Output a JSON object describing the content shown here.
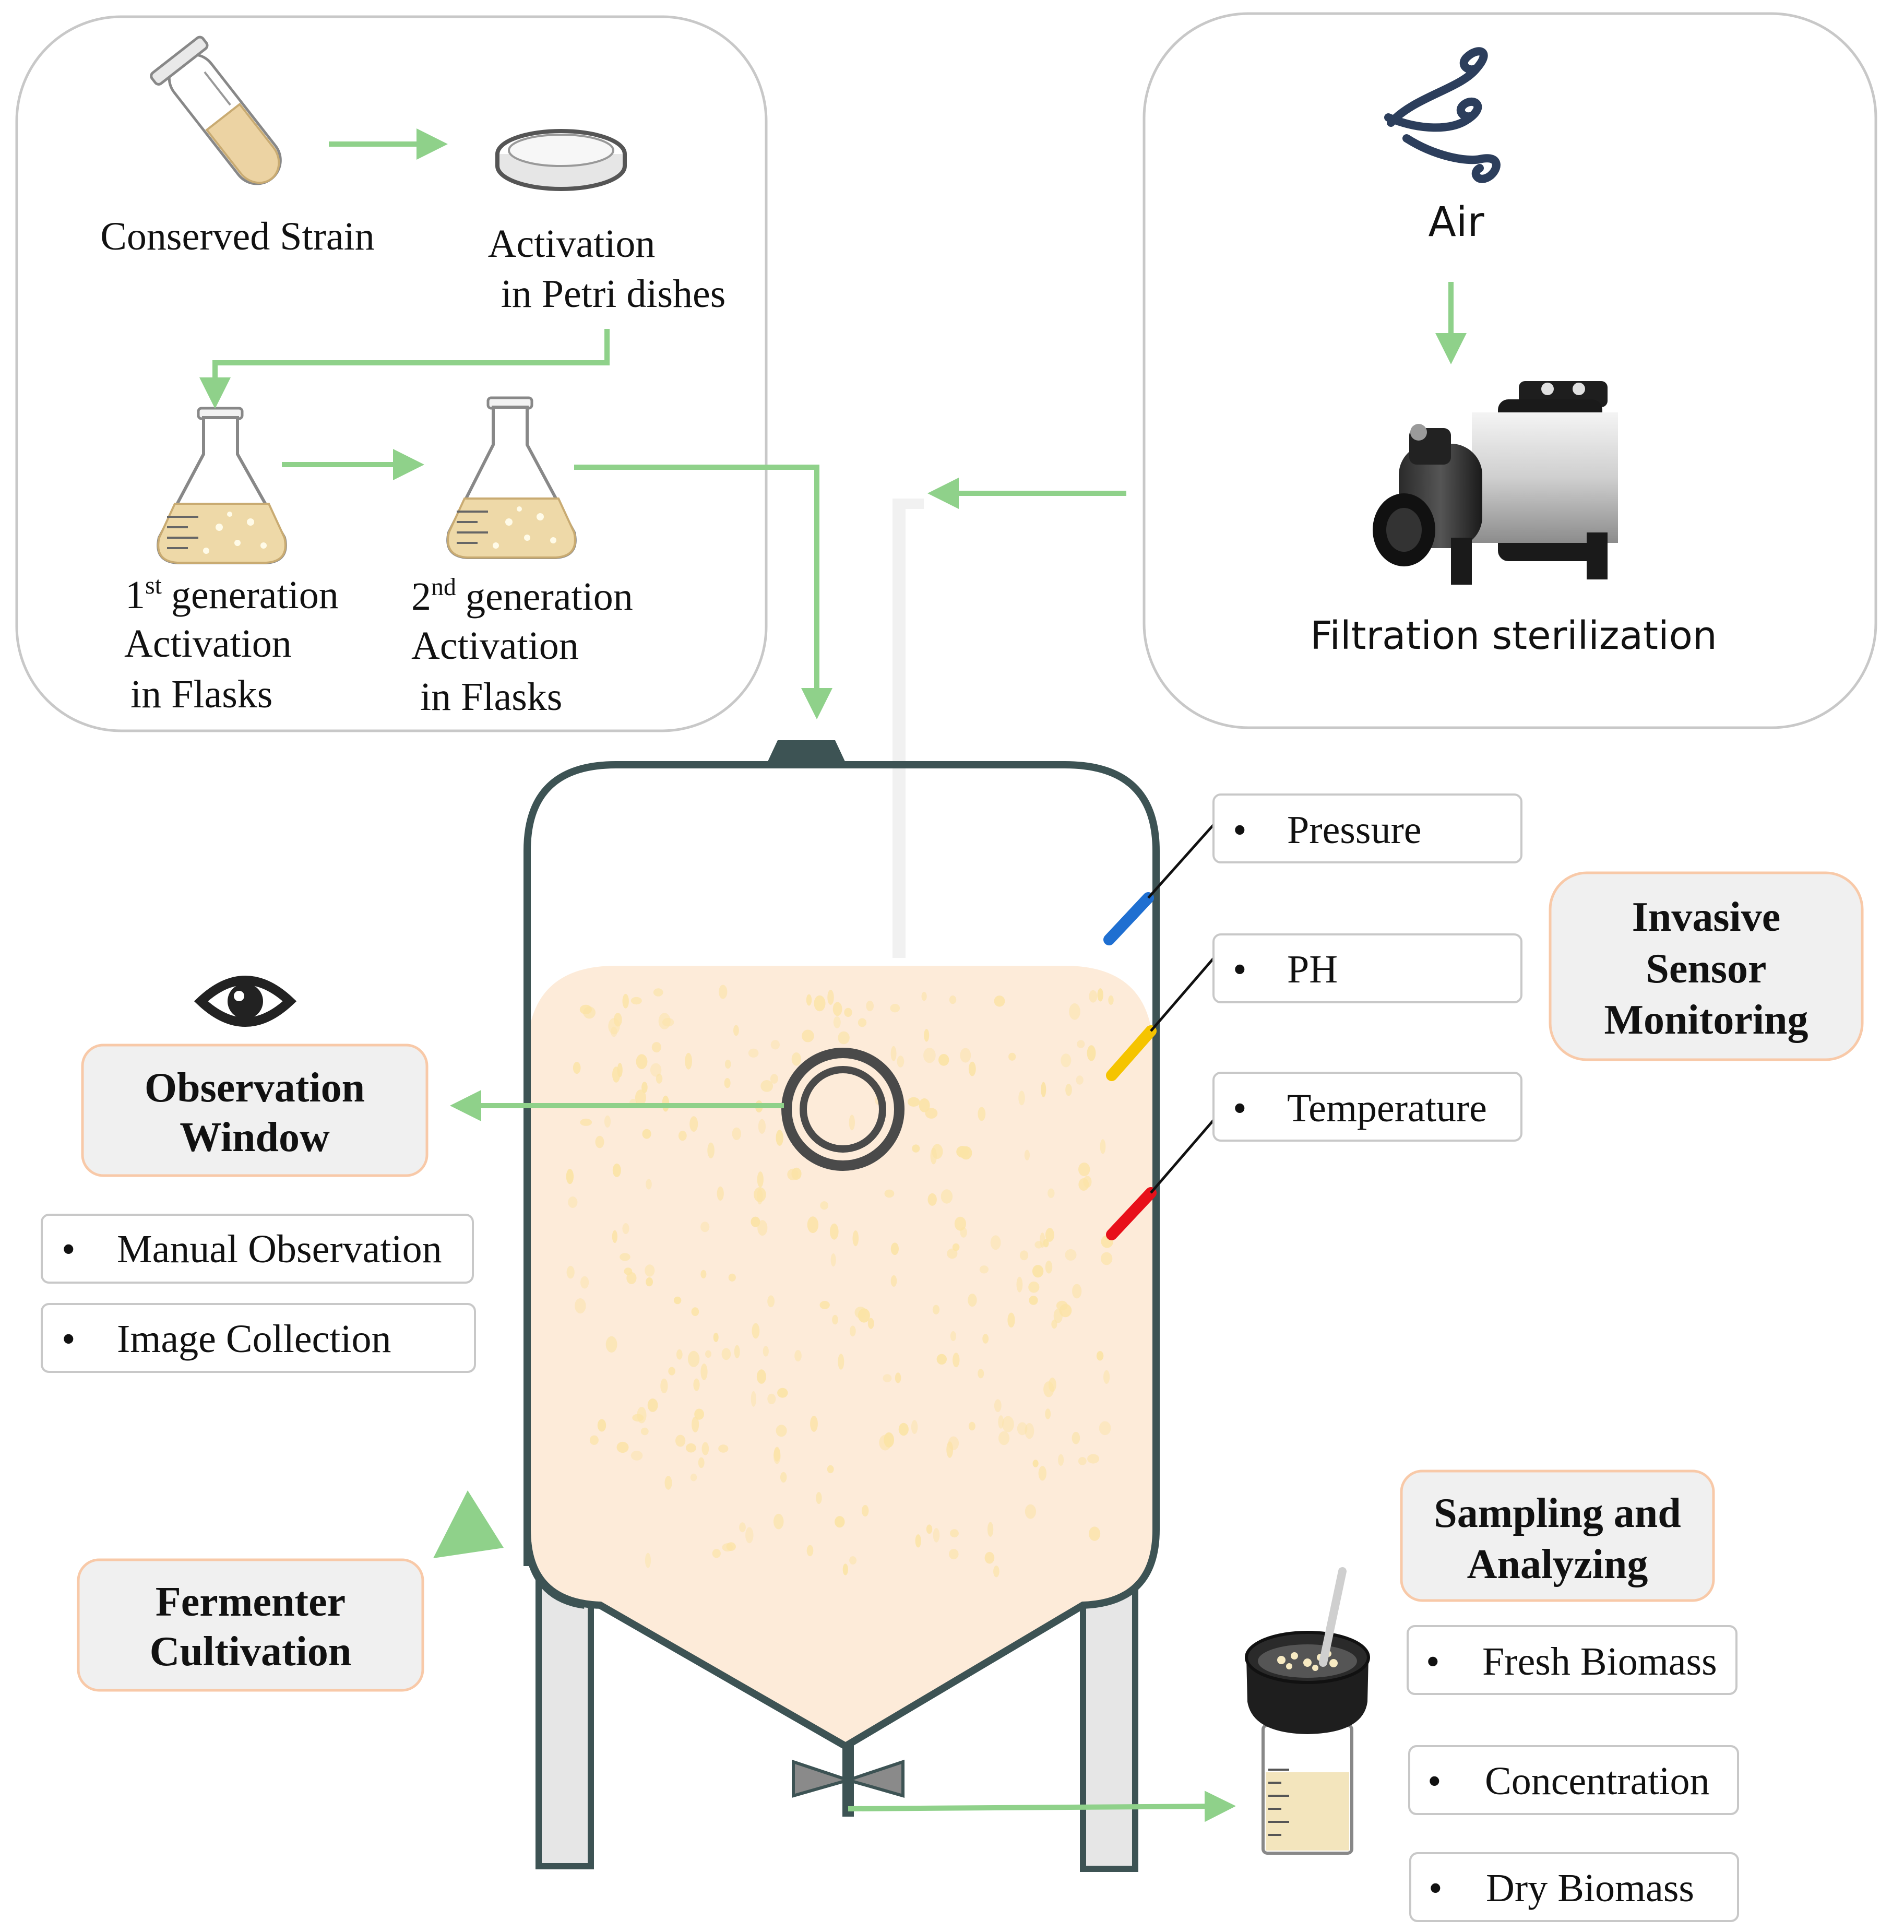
{
  "inoculum": {
    "conserved_strain": "Conserved Strain",
    "petri_line1": "Activation",
    "petri_line2": "in Petri dishes",
    "flask1_num": "1",
    "flask1_sup": "st",
    "flask1_line1": "generation",
    "flask1_line2": "Activation",
    "flask1_line3": "in Flasks",
    "flask2_num": "2",
    "flask2_sup": "nd",
    "flask2_line1": "generation",
    "flask2_line2": "Activation",
    "flask2_line3": "in Flasks"
  },
  "air": {
    "air_label": "Air",
    "filter_label": "Filtration sterilization"
  },
  "sensors": {
    "items": [
      "Pressure",
      "PH",
      "Temperature"
    ],
    "heading_line1": "Invasive",
    "heading_line2": "Sensor",
    "heading_line3": "Monitoring",
    "colors": [
      "#1f6fd1",
      "#f5c400",
      "#e8101a"
    ]
  },
  "observation": {
    "heading_line1": "Observation",
    "heading_line2": "Window",
    "items": [
      "Manual Observation",
      "Image Collection"
    ]
  },
  "fermenter": {
    "heading_line1": "Fermenter",
    "heading_line2": "Cultivation"
  },
  "sampling": {
    "heading_line1": "Sampling and",
    "heading_line2": "Analyzing",
    "items": [
      "Fresh Biomass",
      "Concentration",
      "Dry Biomass"
    ]
  },
  "bullet": "•",
  "colors": {
    "arrow": "#8fd18a",
    "vessel_outline": "#3d5354",
    "broth": "#fdebd9",
    "cells": "#fbe3a6",
    "heading_fill": "#f0f0f0",
    "heading_border": "#f8c9a8"
  }
}
